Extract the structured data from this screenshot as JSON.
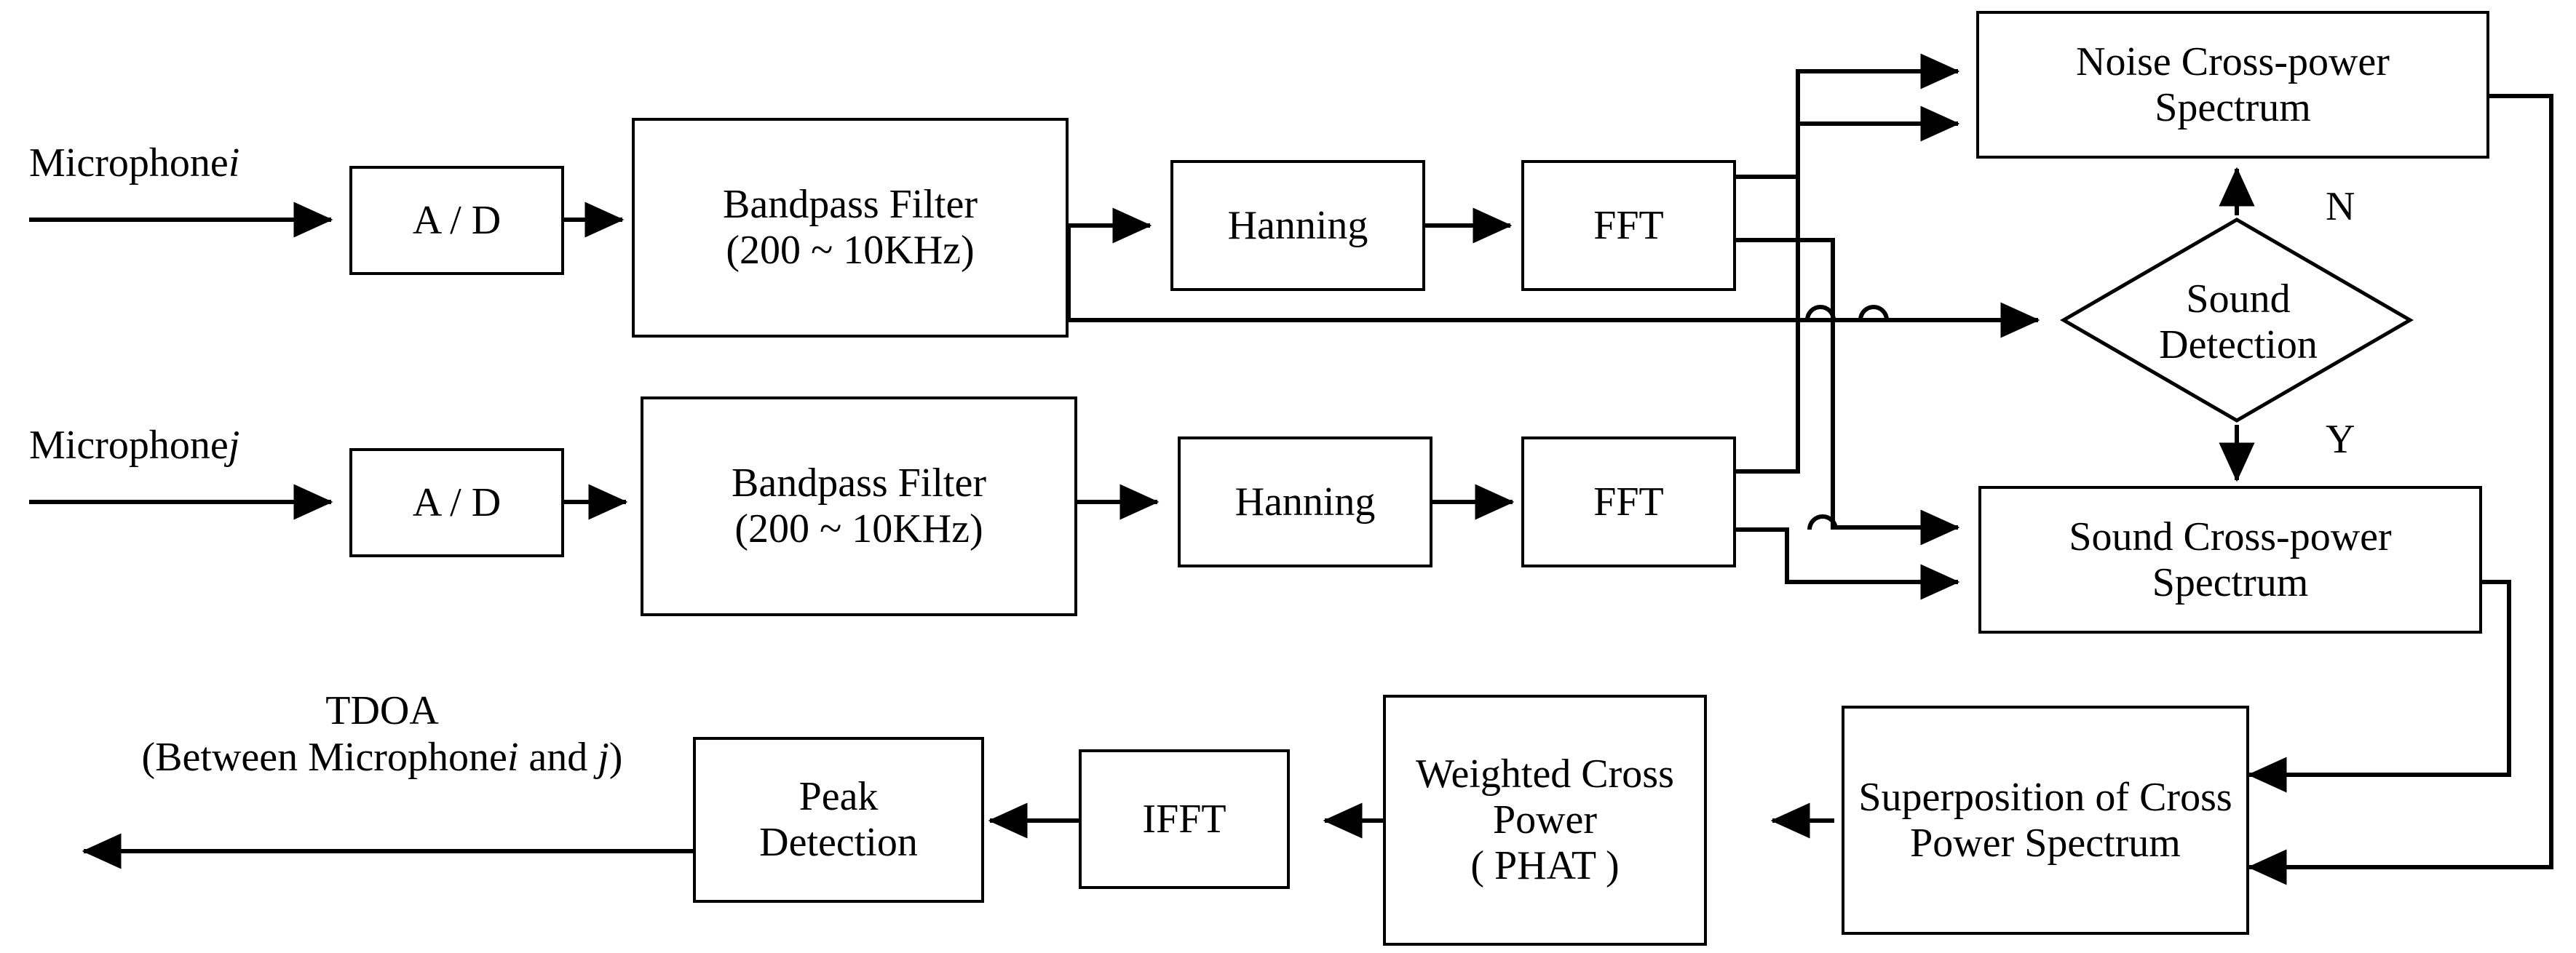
{
  "diagram": {
    "title": "TDOA estimation block diagram",
    "background_color": "#ffffff",
    "stroke_color": "#000000",
    "inputs": [
      {
        "label_prefix": "Microphone",
        "label_index": "i"
      },
      {
        "label_prefix": "Microphone",
        "label_index": "j"
      }
    ],
    "nodes": {
      "ad_i": {
        "label": "A / D"
      },
      "ad_j": {
        "label": "A / D"
      },
      "bpf_i": {
        "line1": "Bandpass Filter",
        "line2": "(200 ~ 10KHz)"
      },
      "bpf_j": {
        "line1": "Bandpass Filter",
        "line2": "(200 ~ 10KHz)"
      },
      "hanning_i": {
        "label": "Hanning"
      },
      "hanning_j": {
        "label": "Hanning"
      },
      "fft_i": {
        "label": "FFT"
      },
      "fft_j": {
        "label": "FFT"
      },
      "noise_cps": {
        "line1": "Noise Cross-power",
        "line2": "Spectrum"
      },
      "sound_detection": {
        "line1": "Sound",
        "line2": "Detection"
      },
      "sound_cps": {
        "line1": "Sound Cross-power",
        "line2": "Spectrum"
      },
      "superposition": {
        "line1": "Superposition of Cross",
        "line2": "Power Spectrum"
      },
      "weighted_cross_power": {
        "line1": "Weighted Cross",
        "line2": "Power",
        "line3": "( PHAT )"
      },
      "ifft": {
        "label": "IFFT"
      },
      "peak_detection": {
        "line1": "Peak",
        "line2": "Detection"
      }
    },
    "branch_labels": {
      "no": "N",
      "yes": "Y"
    },
    "output": {
      "line1": "TDOA",
      "line2_a": "(Between Microphone",
      "line2_i": "i",
      "line2_b": " and ",
      "line2_j": "j",
      "line2_c": ")"
    }
  }
}
